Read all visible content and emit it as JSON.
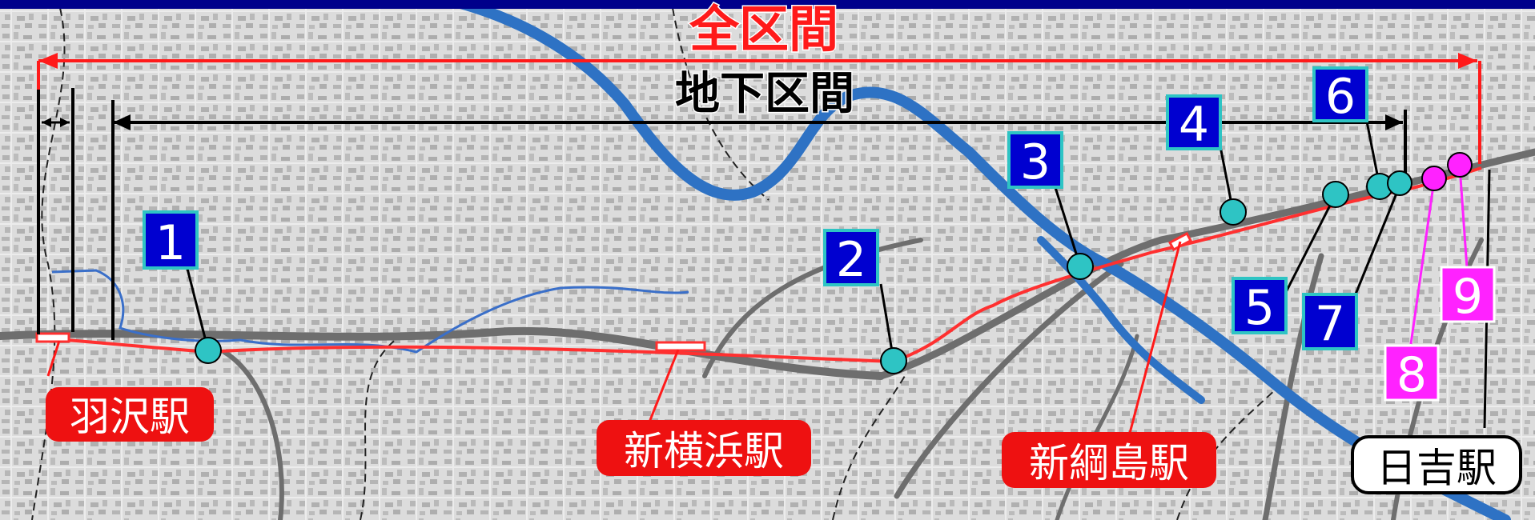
{
  "colors": {
    "header_bar": "#00008b",
    "map_background": "#d9d9d9",
    "river": "#2e72c4",
    "small_river": "#3a6fc9",
    "roads": "#6e6e6e",
    "route_line": "#ff3030",
    "span_full": "#ff1a1a",
    "span_underground": "#000000",
    "marker_fill": "#2ec4c4",
    "box_blue": "#0000d0",
    "box_border_cyan": "#2ec4c4",
    "box_magenta": "#ff22ff",
    "station_label_red": "#ee1111"
  },
  "spans": {
    "full": {
      "label": "全区間"
    },
    "underground": {
      "label": "地下区間"
    }
  },
  "points": [
    {
      "id": "1",
      "label": "1",
      "style": "blue"
    },
    {
      "id": "2",
      "label": "2",
      "style": "blue"
    },
    {
      "id": "3",
      "label": "3",
      "style": "blue"
    },
    {
      "id": "4",
      "label": "4",
      "style": "blue"
    },
    {
      "id": "5",
      "label": "5",
      "style": "blue"
    },
    {
      "id": "6",
      "label": "6",
      "style": "blue"
    },
    {
      "id": "7",
      "label": "7",
      "style": "blue"
    },
    {
      "id": "8",
      "label": "8",
      "style": "magenta"
    },
    {
      "id": "9",
      "label": "9",
      "style": "magenta"
    }
  ],
  "stations": [
    {
      "id": "hazawa",
      "label": "羽沢駅",
      "style": "red"
    },
    {
      "id": "shinyokohama",
      "label": "新横浜駅",
      "style": "red"
    },
    {
      "id": "shintsunashima",
      "label": "新綱島駅",
      "style": "red"
    },
    {
      "id": "hiyoshi",
      "label": "日吉駅",
      "style": "white"
    }
  ]
}
